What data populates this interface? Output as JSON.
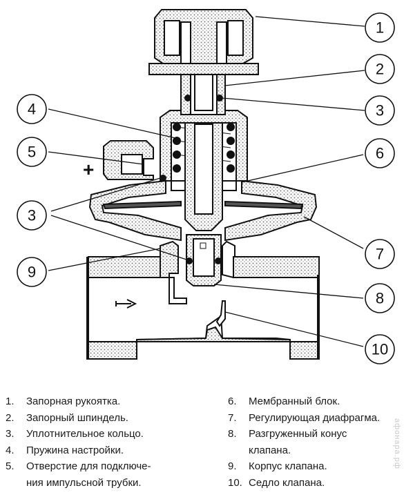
{
  "callouts": [
    "1",
    "2",
    "3",
    "4",
    "5",
    "6",
    "3",
    "7",
    "9",
    "8",
    "10"
  ],
  "plus_sign": "+",
  "legend_left": [
    {
      "num": "1.",
      "text": "Запорная рукоятка."
    },
    {
      "num": "2.",
      "text": "Запорный шпиндель."
    },
    {
      "num": "3.",
      "text": "Уплотнительное кольцо."
    },
    {
      "num": "4.",
      "text": "Пружина настройки."
    },
    {
      "num": "5.",
      "text": "Отверстие для подключе-"
    },
    {
      "num": "",
      "text": "ния импульсной трубки."
    }
  ],
  "legend_right": [
    {
      "num": "6.",
      "text": "Мембранный блок."
    },
    {
      "num": "7.",
      "text": "Регулирующая диафрагма."
    },
    {
      "num": "8.",
      "text": "Разгруженный конус"
    },
    {
      "num": "",
      "text": "клапана."
    },
    {
      "num": "9.",
      "text": "Корпус клапана."
    },
    {
      "num": "10.",
      "text": "Седло клапана."
    }
  ],
  "watermark": "афонара.рф",
  "colors": {
    "line": "#111111",
    "hatch": "#9a9a9a",
    "seal": "#111111"
  }
}
